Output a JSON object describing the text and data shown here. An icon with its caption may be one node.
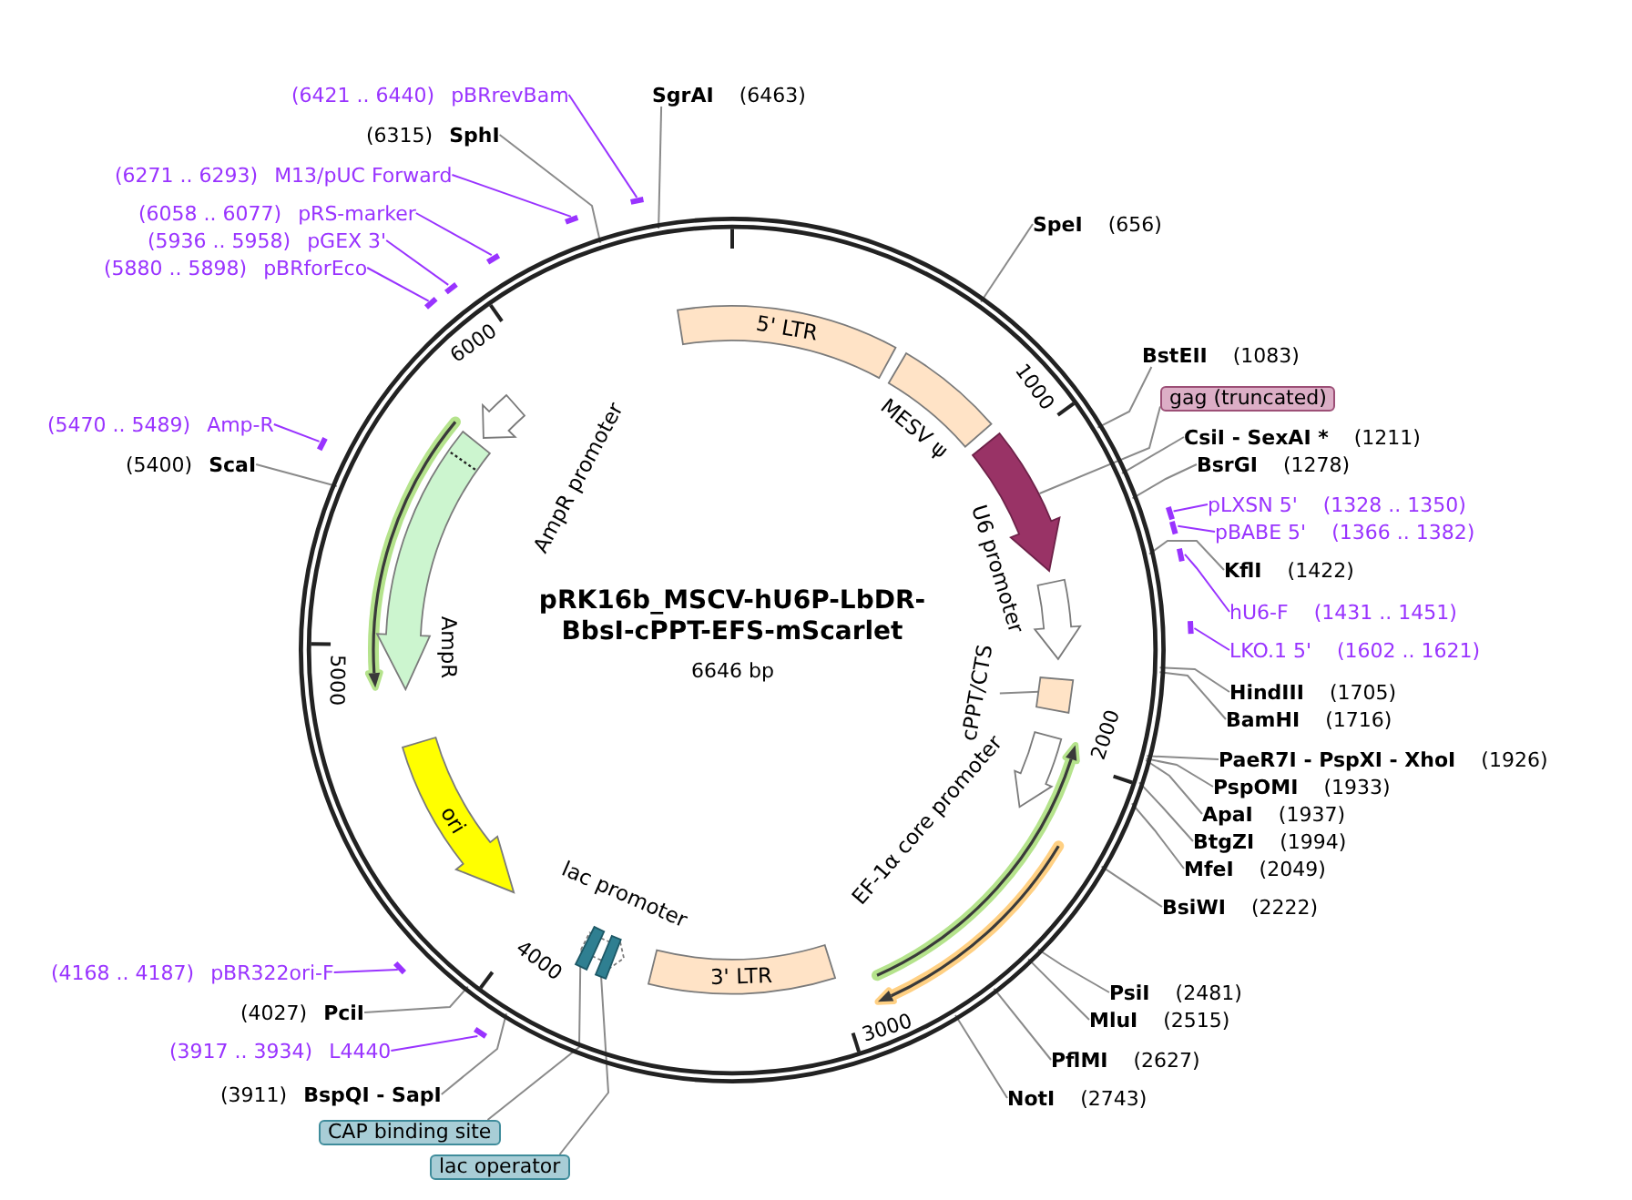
{
  "diagram": {
    "title": "pRK16b_MSCV-hU6P-LbDR-BbsI-cPPT-EFS-mScarlet",
    "nodes": [
      {
        "text": [
          "(6421 .. 6440)",
          "pBRrevBam"
        ]
      },
      {
        "text": [
          "SgrAI",
          "(6463)"
        ]
      },
      {
        "text": [
          "(6315)",
          "SphI"
        ]
      },
      {
        "text": [
          "(6271 .. 6293)",
          "M13/pUC Forward"
        ]
      },
      {
        "text": [
          "(6058 .. 6077)",
          "pRS-marker"
        ]
      },
      {
        "text": [
          "(5936 .. 5958)",
          "pGEX 3'"
        ]
      },
      {
        "text": [
          "(5880 .. 5898)",
          "pBRforEco"
        ]
      },
      {
        "text": [
          "(5470 .. 5489)",
          "Amp-R"
        ]
      },
      {
        "text": [
          "(5400)",
          "ScaI"
        ]
      },
      {
        "text": [
          "SpeI",
          "(656)"
        ]
      },
      {
        "text": [
          "BstEII",
          "(1083)"
        ]
      },
      {
        "text": [
          "gag (truncated)"
        ]
      },
      {
        "text": [
          "CsiI - SexAI *",
          "(1211)"
        ]
      },
      {
        "text": [
          "BsrGI",
          "(1278)"
        ]
      },
      {
        "text": [
          "pLXSN 5'",
          "(1328 .. 1350)"
        ]
      },
      {
        "text": [
          "pBABE 5'",
          "(1366 .. 1382)"
        ]
      },
      {
        "text": [
          "KflI",
          "(1422)"
        ]
      },
      {
        "text": [
          "hU6-F",
          "(1431 .. 1451)"
        ]
      },
      {
        "text": [
          "LKO.1 5'",
          "(1602 .. 1621)"
        ]
      },
      {
        "text": [
          "HindIII",
          "(1705)"
        ]
      },
      {
        "text": [
          "BamHI",
          "(1716)"
        ]
      },
      {
        "text": [
          "PaeR7I - PspXI - XhoI",
          "(1926)"
        ]
      },
      {
        "text": [
          "PspOMI",
          "(1933)"
        ]
      },
      {
        "text": [
          "ApaI",
          "(1937)"
        ]
      },
      {
        "text": [
          "BtgZI",
          "(1994)"
        ]
      },
      {
        "text": [
          "MfeI",
          "(2049)"
        ]
      },
      {
        "text": [
          "BsiWI",
          "(2222)"
        ]
      },
      {
        "text": [
          "PsiI",
          "(2481)"
        ]
      },
      {
        "text": [
          "MluI",
          "(2515)"
        ]
      },
      {
        "text": [
          "PflMI",
          "(2627)"
        ]
      },
      {
        "text": [
          "NotI",
          "(2743)"
        ]
      },
      {
        "text": [
          "(4168 .. 4187)",
          "pBR322ori-F"
        ]
      },
      {
        "text": [
          "(4027)",
          "PciI"
        ]
      },
      {
        "text": [
          "(3917 .. 3934)",
          "L4440"
        ]
      },
      {
        "text": [
          "(3911)",
          "BspQI - SapI"
        ]
      },
      {
        "text": [
          "CAP binding site"
        ]
      },
      {
        "text": [
          "lac operator"
        ]
      },
      {
        "text": [
          "5' LTR"
        ]
      },
      {
        "text": [
          "MESV ψ"
        ]
      },
      {
        "text": [],
        "shape": "arrow"
      },
      {
        "text": [
          "U6 promoter"
        ]
      },
      {
        "text": [
          "cPPT/CTS"
        ]
      },
      {
        "text": [],
        "shape": "box"
      },
      {
        "text": [
          "EF-1α core promoter"
        ]
      },
      {
        "text": [
          "3' LTR"
        ]
      },
      {
        "text": [
          "lac promoter"
        ]
      },
      {
        "text": [],
        "shape": "box"
      },
      {
        "text": [],
        "shape": "box"
      },
      {
        "text": [
          "ori"
        ]
      },
      {
        "text": [
          "AmpR"
        ]
      },
      {
        "text": [
          "AmpR promoter"
        ]
      },
      {
        "text": [],
        "shape": "bar"
      },
      {
        "text": [],
        "shape": "bar"
      },
      {
        "text": [],
        "shape": "bar"
      },
      {
        "text": [],
        "shape": "bar"
      },
      {
        "text": [],
        "shape": "bar"
      },
      {
        "text": [],
        "shape": "bar"
      },
      {
        "text": [],
        "shape": "bar"
      },
      {
        "text": [],
        "shape": "bar"
      },
      {
        "text": [],
        "shape": "bar"
      },
      {
        "text": [],
        "shape": "bar"
      },
      {
        "text": [],
        "shape": "bar"
      },
      {
        "text": [],
        "shape": "bar"
      }
    ],
    "edges": [
      {
        "from": 0,
        "to": 51,
        "arrow": "none",
        "color": "#9933ff"
      },
      {
        "from": 1,
        "to": null,
        "arrow": "none"
      },
      {
        "from": 2,
        "to": null,
        "arrow": "none"
      },
      {
        "from": 3,
        "to": 52,
        "arrow": "none",
        "color": "#9933ff"
      },
      {
        "from": 4,
        "to": 53,
        "arrow": "none",
        "color": "#9933ff"
      },
      {
        "from": 5,
        "to": 54,
        "arrow": "none",
        "color": "#9933ff"
      },
      {
        "from": 6,
        "to": 55,
        "arrow": "none",
        "color": "#9933ff"
      },
      {
        "from": 7,
        "to": 56,
        "arrow": "none",
        "color": "#9933ff"
      },
      {
        "from": 8,
        "to": null,
        "arrow": "none"
      },
      {
        "from": 9,
        "to": null,
        "arrow": "none"
      },
      {
        "from": 10,
        "to": null,
        "arrow": "none"
      },
      {
        "from": 11,
        "to": 39,
        "arrow": "none"
      },
      {
        "from": 12,
        "to": null,
        "arrow": "none"
      },
      {
        "from": 13,
        "to": null,
        "arrow": "none"
      },
      {
        "from": 14,
        "to": 57,
        "arrow": "none",
        "color": "#9933ff"
      },
      {
        "from": 15,
        "to": 58,
        "arrow": "none",
        "color": "#9933ff"
      },
      {
        "from": 16,
        "to": null,
        "arrow": "none"
      },
      {
        "from": 17,
        "to": 59,
        "arrow": "none",
        "color": "#9933ff"
      },
      {
        "from": 18,
        "to": 60,
        "arrow": "none",
        "color": "#9933ff"
      },
      {
        "from": 19,
        "to": null,
        "arrow": "none"
      },
      {
        "from": 20,
        "to": null,
        "arrow": "none"
      },
      {
        "from": 21,
        "to": null,
        "arrow": "none"
      },
      {
        "from": 22,
        "to": null,
        "arrow": "none"
      },
      {
        "from": 23,
        "to": null,
        "arrow": "none"
      },
      {
        "from": 24,
        "to": null,
        "arrow": "none"
      },
      {
        "from": 25,
        "to": null,
        "arrow": "none"
      },
      {
        "from": 26,
        "to": null,
        "arrow": "none"
      },
      {
        "from": 27,
        "to": null,
        "arrow": "none"
      },
      {
        "from": 28,
        "to": null,
        "arrow": "none"
      },
      {
        "from": 29,
        "to": null,
        "arrow": "none"
      },
      {
        "from": 30,
        "to": null,
        "arrow": "none"
      },
      {
        "from": 31,
        "to": 61,
        "arrow": "none",
        "color": "#9933ff"
      },
      {
        "from": 32,
        "to": null,
        "arrow": "none"
      },
      {
        "from": 33,
        "to": 62,
        "arrow": "none",
        "color": "#9933ff"
      },
      {
        "from": 34,
        "to": null,
        "arrow": "none"
      },
      {
        "from": 35,
        "to": 46,
        "arrow": "none"
      },
      {
        "from": 36,
        "to": 47,
        "arrow": "none"
      },
      {
        "from": 41,
        "to": 42,
        "arrow": "none"
      }
    ],
    "labels": [
      "6646 bp",
      "1000",
      "2000",
      "3000",
      "4000",
      "5000",
      "6000"
    ]
  }
}
